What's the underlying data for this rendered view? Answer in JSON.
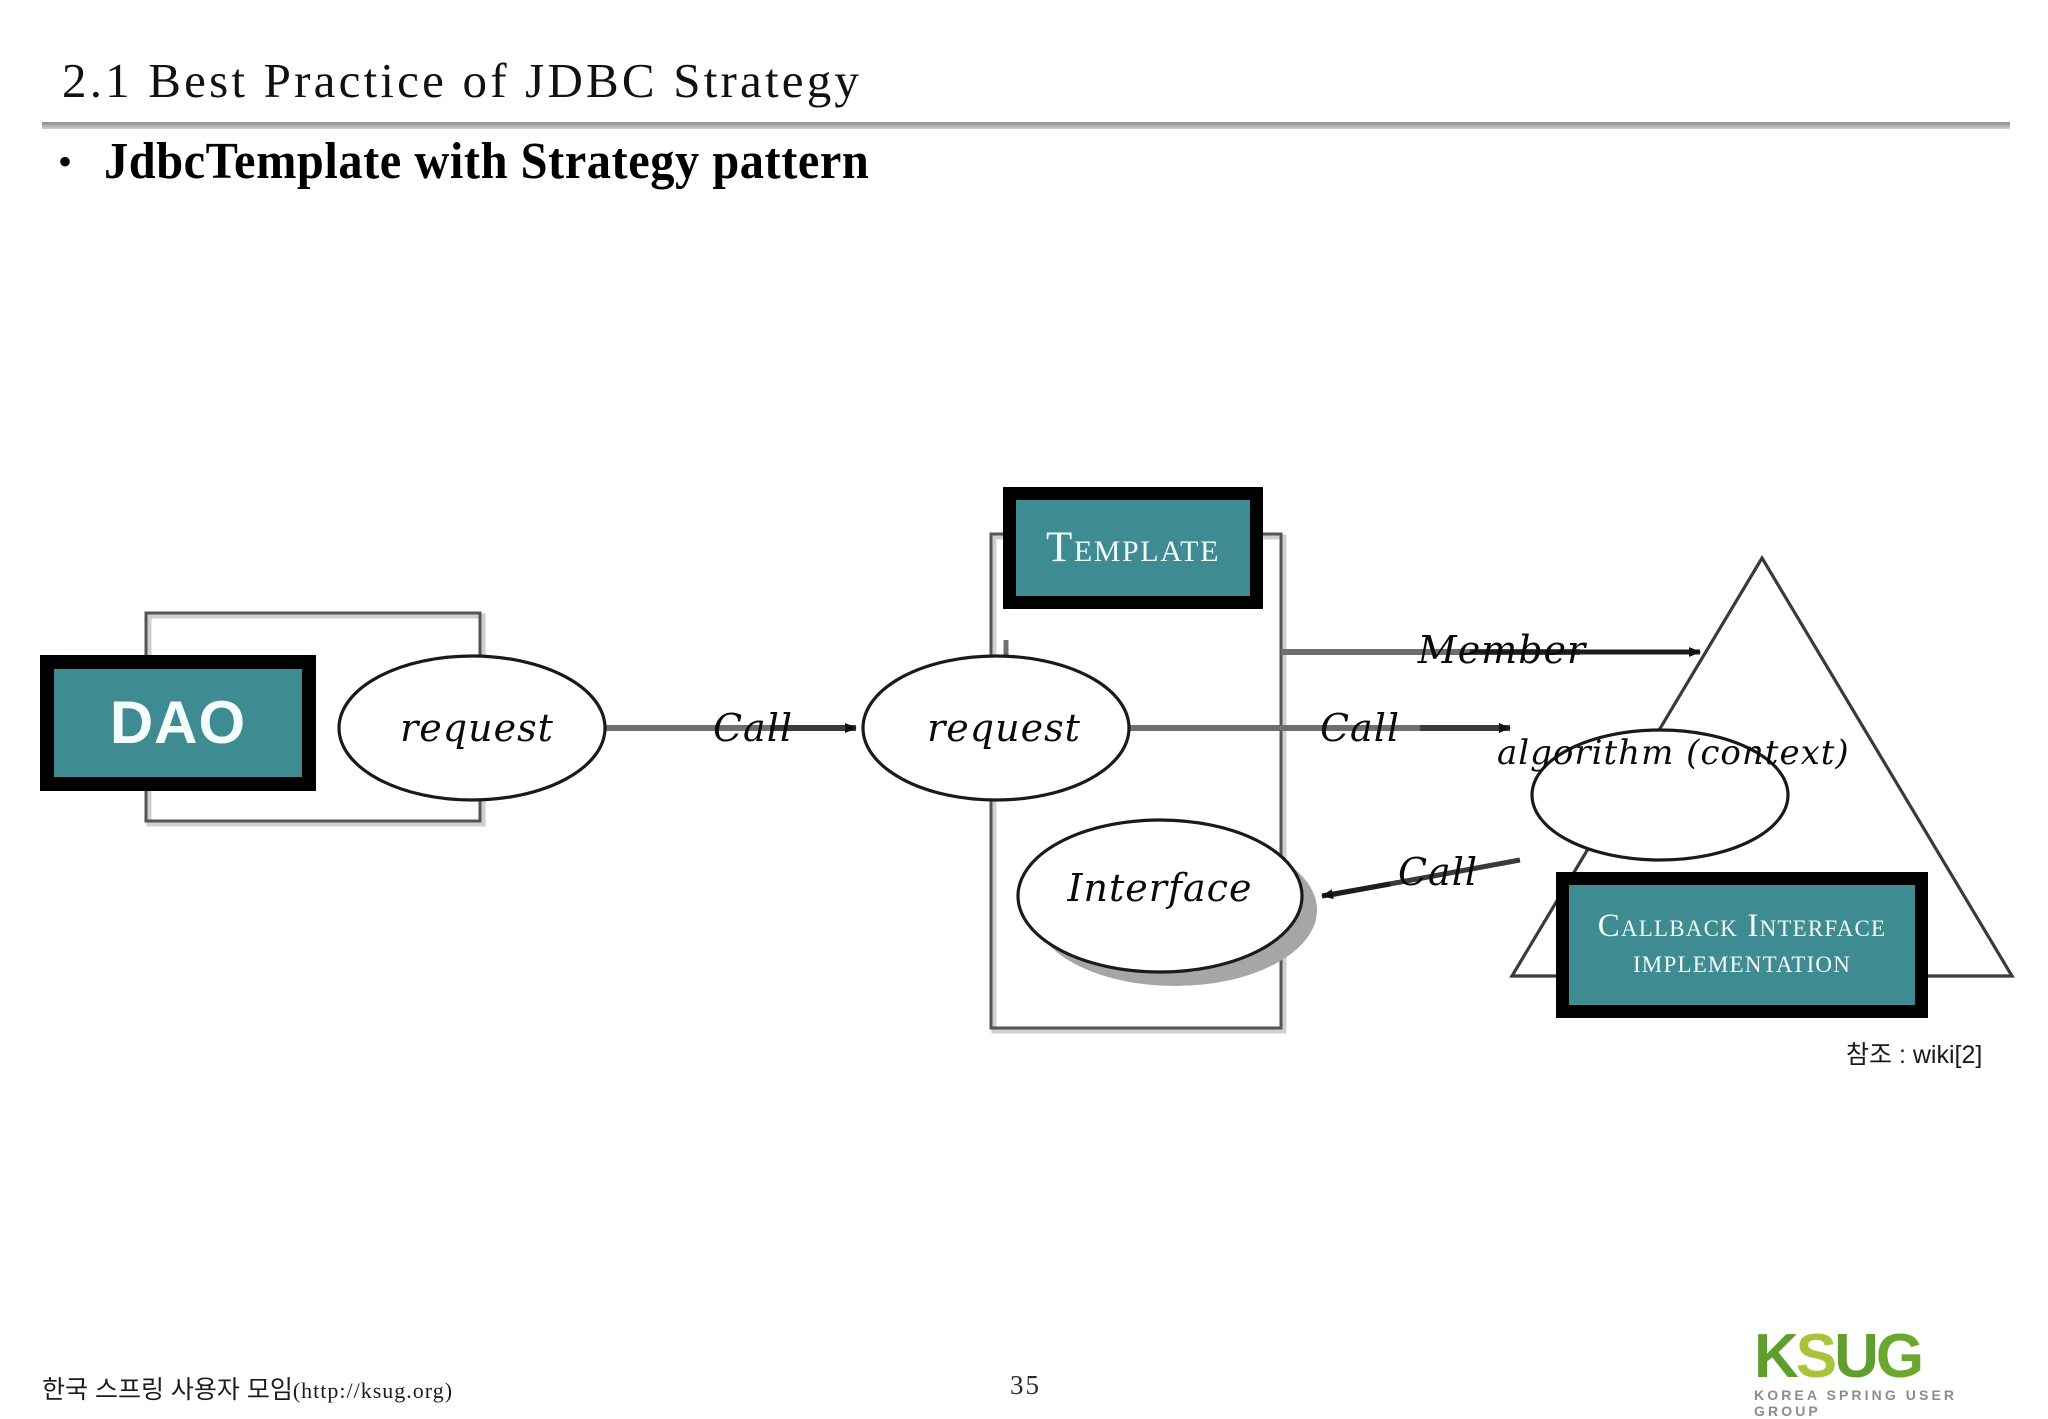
{
  "header": {
    "section_title": "2.1 Best Practice of JDBC Strategy",
    "bullet_glyph": "•",
    "bullet_text": "JdbcTemplate with Strategy pattern"
  },
  "diagram": {
    "boxes": [
      {
        "id": "dao",
        "label": "DAO"
      },
      {
        "id": "template",
        "label": "Template"
      },
      {
        "id": "callback",
        "label": "Callback Interface implementation"
      }
    ],
    "nodes": [
      {
        "id": "request-1",
        "label": "request"
      },
      {
        "id": "request-2",
        "label": "request"
      },
      {
        "id": "interface",
        "label": "Interface"
      },
      {
        "id": "algorithm",
        "label": "algorithm (context)"
      }
    ],
    "edge_labels": [
      {
        "id": "call-1",
        "label": "Call"
      },
      {
        "id": "call-2",
        "label": "Call"
      },
      {
        "id": "call-3",
        "label": "Call"
      },
      {
        "id": "member",
        "label": "Member"
      }
    ],
    "annotation": "참조 : wiki[2]",
    "colors": {
      "teal_fill": "#3e8b92",
      "teal_border": "#000000",
      "teal_text": "#f4feff",
      "container_stroke": "#6b6b6b",
      "shadow": "#a6a6a6",
      "edge": "#5a5a5a"
    }
  },
  "footer": {
    "org": "한국 스프링 사용자 모임",
    "url": "(http://ksug.org)",
    "page_number": "35",
    "logo": {
      "letter_k": "K",
      "letter_s": "S",
      "letter_u": "U",
      "letter_g": "G",
      "tagline": "KOREA SPRING USER GROUP"
    }
  }
}
